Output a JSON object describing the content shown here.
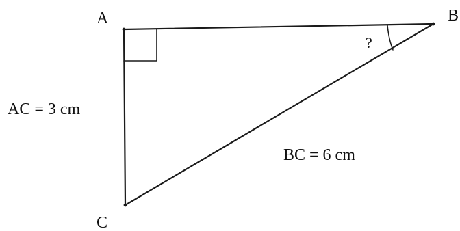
{
  "diagram": {
    "vertices": {
      "a": "A",
      "b": "B",
      "c": "C"
    },
    "labels": {
      "ac": "AC = 3 cm",
      "bc": "BC = 6 cm",
      "unknown_angle": "?"
    },
    "right_angle_at": "A",
    "colors": {
      "line": "#1a1a1a",
      "text": "#111111",
      "background": "#ffffff"
    }
  }
}
